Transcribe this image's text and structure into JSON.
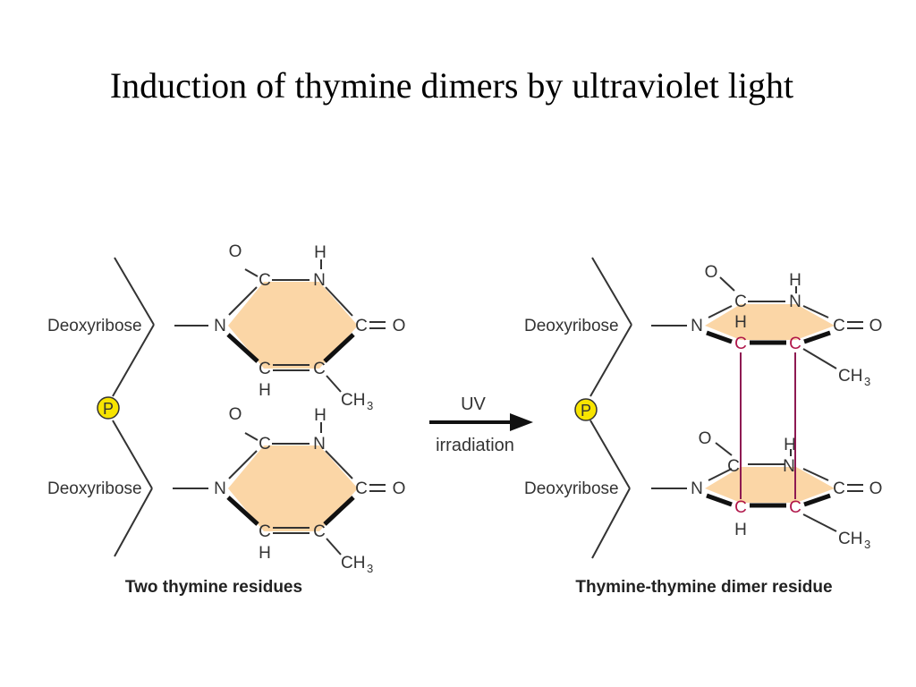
{
  "title": "Induction of thymine dimers by ultraviolet light",
  "atoms": {
    "O": "O",
    "N": "N",
    "C": "C",
    "H": "H",
    "CH": "CH",
    "sub3": "3",
    "P": "P"
  },
  "sugar_label": "Deoxyribose",
  "arrow": {
    "top": "UV",
    "bottom": "irradiation"
  },
  "captions": {
    "left": "Two thymine residues",
    "right": "Thymine-thymine dimer residue"
  },
  "colors": {
    "ring_fill": "#fbd6a6",
    "phosphate_fill": "#f7e400",
    "dimer_bond": "#8e1a52",
    "dimer_atom": "#b0164a"
  }
}
